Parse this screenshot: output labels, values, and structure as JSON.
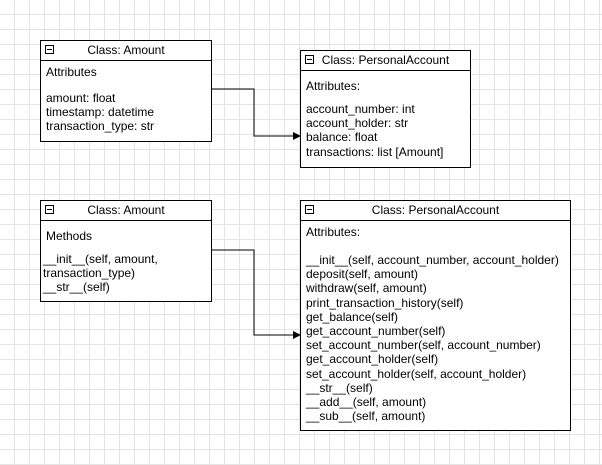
{
  "diagram": {
    "amount_attrs": {
      "title": "Class: Amount",
      "section": "Attributes",
      "items": [
        "amount: float",
        "timestamp: datetime",
        "transaction_type: str"
      ]
    },
    "account_attrs": {
      "title": "Class: PersonalAccount",
      "section": "Attributes:",
      "items": [
        "account_number: int",
        "account_holder: str",
        "balance: float",
        "transactions: list [Amount]"
      ]
    },
    "amount_methods": {
      "title": "Class: Amount",
      "section": "Methods",
      "items": [
        "__init__(self, amount,",
        "transaction_type)",
        "__str__(self)"
      ]
    },
    "account_methods": {
      "title": "Class: PersonalAccount",
      "section": "Attributes:",
      "items": [
        "__init__(self, account_number, account_holder)",
        "deposit(self, amount)",
        "withdraw(self, amount)",
        "print_transaction_history(self)",
        "get_balance(self)",
        "get_account_number(self)",
        "set_account_number(self, account_number)",
        "get_account_holder(self)",
        "set_account_holder(self, account_holder)",
        "__str__(self)",
        "__add__(self, amount)",
        "__sub__(self, amount)"
      ]
    },
    "colors": {
      "line": "#000000",
      "grid": "#e4e4e4",
      "background": "#ffffff"
    }
  }
}
